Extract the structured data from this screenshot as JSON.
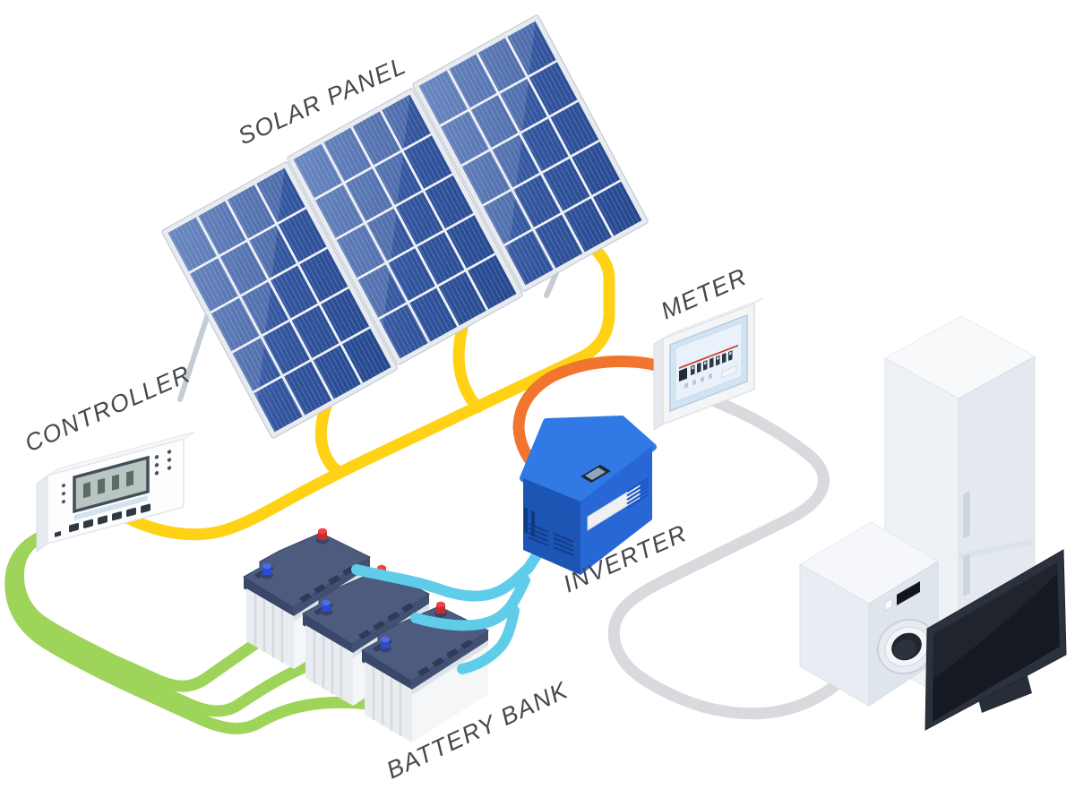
{
  "diagram": {
    "background": "#ffffff",
    "label_color": "#45494E",
    "labels": {
      "solar_panel": "SOLAR PANEL",
      "controller": "CONTROLLER",
      "battery_bank": "BATTERY BANK",
      "inverter": "INVERTER",
      "meter": "METER"
    },
    "wires": {
      "pv_to_controller": {
        "color": "#FFD215",
        "from": "solar-panel",
        "to": "controller"
      },
      "controller_to_battery": {
        "color": "#9FD45A",
        "from": "controller",
        "to": "battery-bank"
      },
      "battery_to_inverter": {
        "color": "#5FCDE9",
        "from": "battery-bank",
        "to": "inverter"
      },
      "inverter_to_meter": {
        "color": "#F2752F",
        "from": "inverter",
        "to": "meter"
      },
      "meter_to_appliances": {
        "color": "#D8DADD",
        "from": "meter",
        "to": "appliances"
      }
    },
    "devices": {
      "solar_panel_count": 3,
      "battery_count": 3,
      "appliances": [
        "refrigerator",
        "washing-machine",
        "tv"
      ]
    }
  }
}
